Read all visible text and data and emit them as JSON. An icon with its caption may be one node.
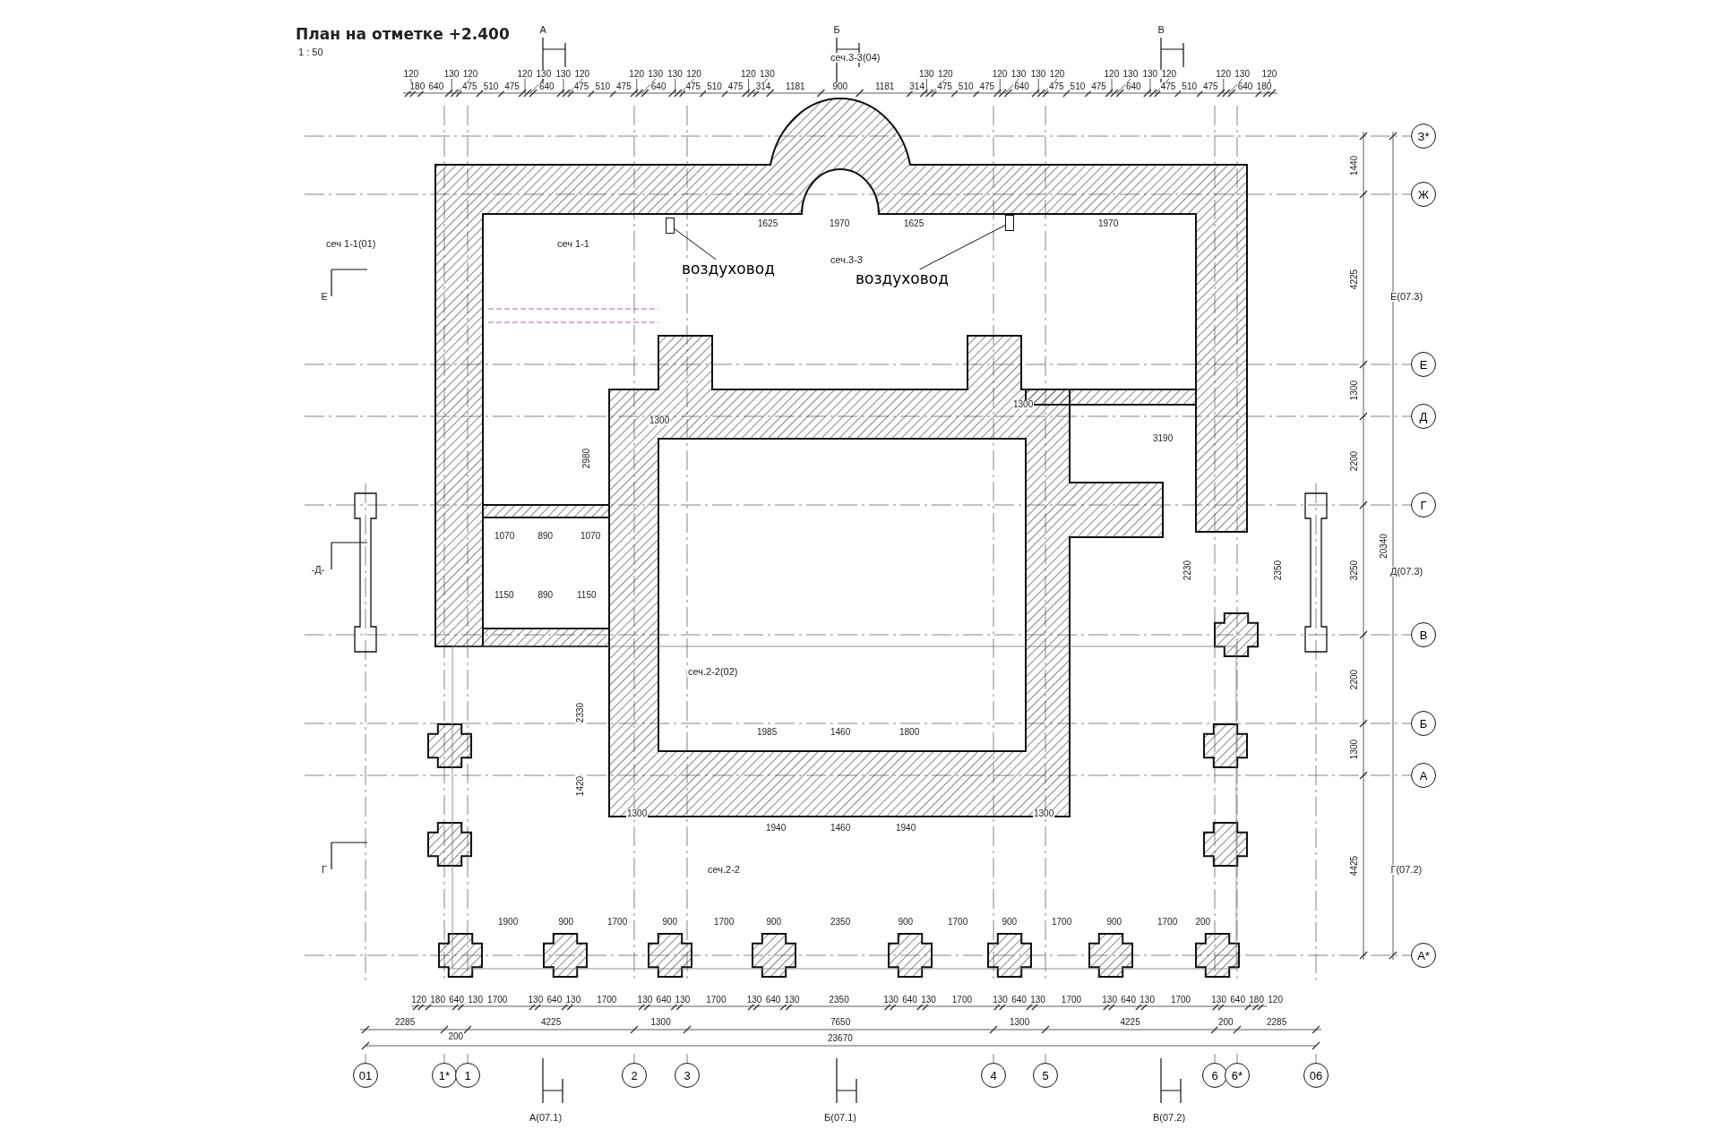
{
  "diagram": {
    "title": "План на отметке +2.400",
    "nodes": [
      {
        "text": [
          "01"
        ]
      },
      {
        "text": [
          "1*"
        ]
      },
      {
        "text": [
          "1"
        ]
      },
      {
        "text": [
          "2"
        ]
      },
      {
        "text": [
          "3"
        ]
      },
      {
        "text": [
          "4"
        ]
      },
      {
        "text": [
          "5"
        ]
      },
      {
        "text": [
          "6"
        ]
      },
      {
        "text": [
          "6*"
        ]
      },
      {
        "text": [
          "06"
        ]
      },
      {
        "text": [
          "З*"
        ]
      },
      {
        "text": [
          "Ж"
        ]
      },
      {
        "text": [
          "Е"
        ]
      },
      {
        "text": [
          "Д"
        ]
      },
      {
        "text": [
          "Г"
        ]
      },
      {
        "text": [
          "В"
        ]
      },
      {
        "text": [
          "Б"
        ]
      },
      {
        "text": [
          "А"
        ]
      },
      {
        "text": [
          "А*"
        ]
      },
      {
        "text": [
          "воздуховод"
        ]
      },
      {
        "text": [],
        "shape": "box"
      },
      {
        "text": [
          "воздуховод"
        ]
      },
      {
        "text": [],
        "shape": "box"
      }
    ],
    "edges": [
      {
        "from": 19,
        "to": 20,
        "arrow": "none"
      },
      {
        "from": 21,
        "to": 22,
        "arrow": "none"
      }
    ],
    "labels": [
      "1 : 50",
      "А",
      "Б",
      "сеч.3-3(04)",
      "В",
      "сеч 1-1(01)",
      "сеч 1-1",
      "сеч.3-3",
      "Е",
      "Е(07.3)",
      "-Д-",
      "Д(07.3)",
      "сеч.2-2(02)",
      "Г",
      "сеч.2-2",
      "Г(07.2)",
      "А(07.1)",
      "Б(07.1)",
      "В(07.2)",
      "120",
      "180",
      "640",
      "130",
      "120",
      "475",
      "510",
      "475",
      "120",
      "130",
      "640",
      "130",
      "120",
      "475",
      "510",
      "475",
      "120",
      "130",
      "640",
      "130",
      "120",
      "475",
      "510",
      "475",
      "120",
      "130",
      "314",
      "1181",
      "900",
      "1181",
      "314",
      "130",
      "120",
      "475",
      "510",
      "475",
      "120",
      "130",
      "640",
      "130",
      "120",
      "475",
      "510",
      "475",
      "120",
      "130",
      "640",
      "130",
      "120",
      "475",
      "510",
      "475",
      "120",
      "130",
      "640",
      "180",
      "120",
      "1625",
      "1970",
      "1625",
      "1970",
      "1300",
      "1300",
      "3190",
      "2980",
      "1070",
      "890",
      "1070",
      "1150",
      "890",
      "1150",
      "1985",
      "1460",
      "1800",
      "2330",
      "1420",
      "1940",
      "1460",
      "1940",
      "1300",
      "1300",
      "2230",
      "2350",
      "1900",
      "900",
      "1700",
      "900",
      "1700",
      "900",
      "2350",
      "900",
      "1700",
      "900",
      "1700",
      "900",
      "1700",
      "200",
      "1440",
      "4225",
      "1300",
      "2200",
      "3250",
      "2200",
      "1300",
      "4425",
      "20340",
      "120",
      "180",
      "640",
      "130",
      "1700",
      "130",
      "640",
      "130",
      "1700",
      "130",
      "640",
      "130",
      "1700",
      "130",
      "640",
      "130",
      "2350",
      "130",
      "640",
      "130",
      "1700",
      "130",
      "640",
      "130",
      "1700",
      "130",
      "640",
      "130",
      "1700",
      "130",
      "640",
      "180",
      "120",
      "2285",
      "200",
      "4225",
      "1300",
      "7650",
      "1300",
      "4225",
      "200",
      "2285",
      "23670"
    ]
  }
}
